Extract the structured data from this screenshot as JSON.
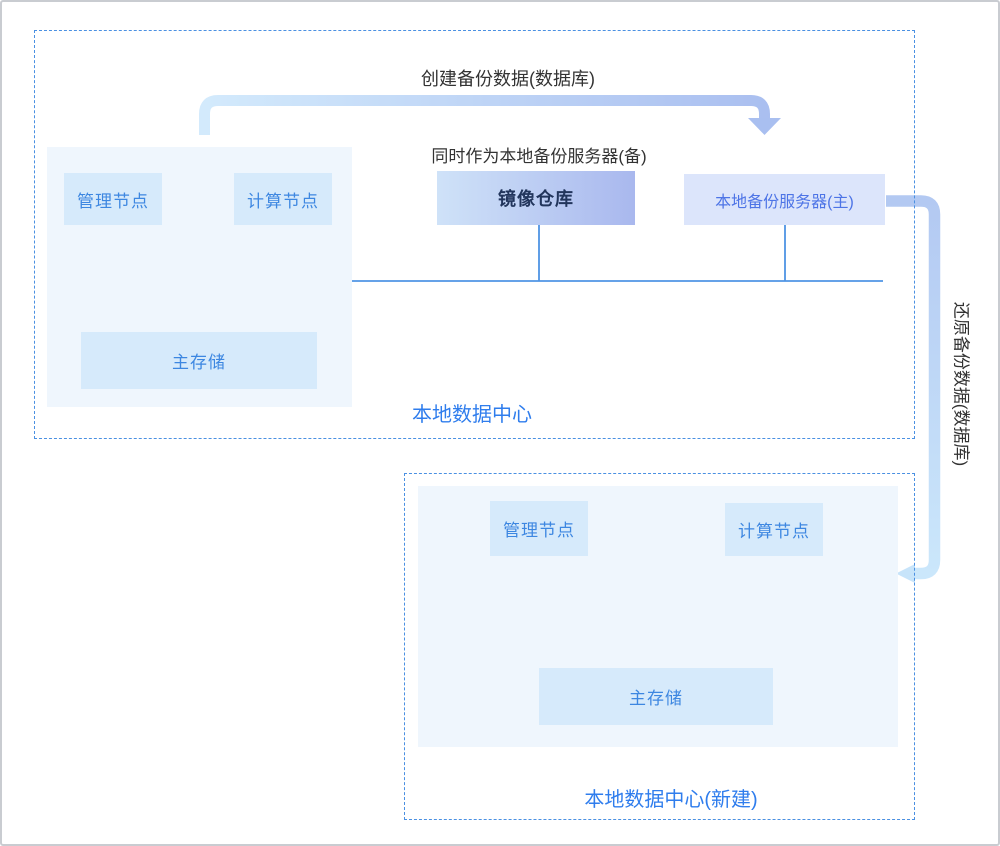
{
  "annotations": {
    "create_backup": "创建备份数据(数据库)",
    "dual_role": "同时作为本地备份服务器(备)",
    "restore_backup": "还原备份数据(数据库)"
  },
  "datacenter_top": {
    "label": "本地数据中心",
    "mgmt_node": "管理节点",
    "compute_node": "计算节点",
    "main_storage": "主存储",
    "mirror_repo": "镜像仓库",
    "backup_server": "本地备份服务器(主)"
  },
  "datacenter_bottom": {
    "label": "本地数据中心(新建)",
    "mgmt_node": "管理节点",
    "compute_node": "计算节点",
    "main_storage": "主存储"
  },
  "colors": {
    "dashed_border": "#4a90e2",
    "connector_line": "#4f94e4",
    "panel_bg": "#eff6fd",
    "node_bg": "#d6eafb",
    "node_text": "#3d87e1",
    "server_bg": "#dce5fb",
    "server_text": "#4d74e6",
    "mirror_gradient_start": "#cfe2f8",
    "mirror_gradient_end": "#a9b8ee",
    "mirror_text": "#22355c",
    "annotation_text": "#333333",
    "datacenter_label_text": "#2f7ded",
    "arrow_light": "#d2eafb",
    "arrow_dark": "#a9bff0",
    "outer_border": "#c9ccd1"
  }
}
